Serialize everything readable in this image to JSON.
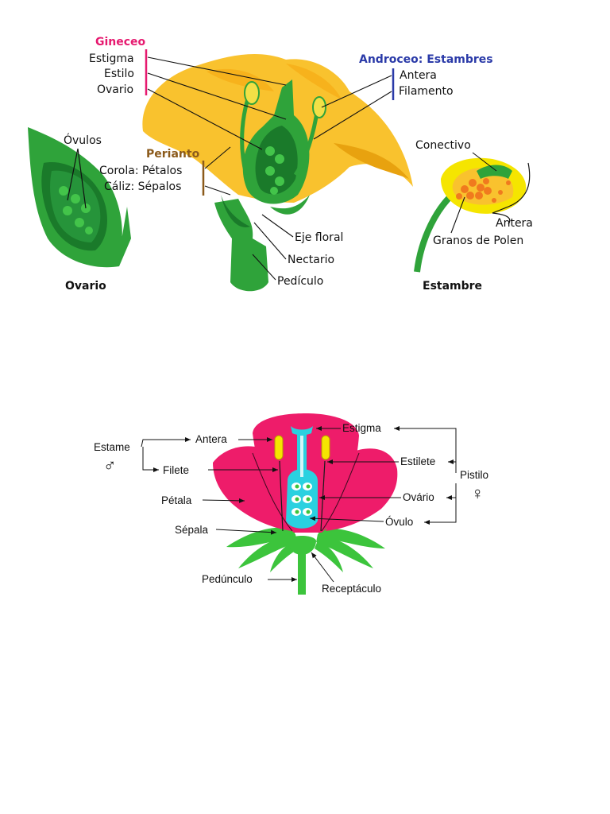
{
  "diagram1": {
    "gineceo": {
      "title": "Gineceo",
      "color": "#e6196f",
      "items": [
        "Estigma",
        "Estilo",
        "Ovario"
      ]
    },
    "androceo": {
      "title": "Androceo: Estambres",
      "color": "#2a3aa8",
      "items": [
        "Antera",
        "Filamento"
      ]
    },
    "perianto": {
      "title": "Perianto",
      "color": "#8b5a1b",
      "items": [
        "Corola: Pétalos",
        "Cáliz: Sépalos"
      ]
    },
    "ovario_panel": {
      "label_ovulos": "Óvulos",
      "caption": "Ovario"
    },
    "flower_labels": {
      "eje_floral": "Eje floral",
      "nectario": "Nectario",
      "pediculo": "Pedículo"
    },
    "estambre_panel": {
      "conectivo": "Conectivo",
      "antera": "Antera",
      "granos": "Granos de Polen",
      "caption": "Estambre"
    }
  },
  "diagram2": {
    "left_labels": {
      "estame": "Estame",
      "male_symbol": "♂",
      "antera": "Antera",
      "filete": "Filete",
      "petala": "Pétala",
      "sepala": "Sépala",
      "pedunculo": "Pedúnculo"
    },
    "right_labels": {
      "estigma": "Estigma",
      "estilete": "Estilete",
      "ovario": "Ovário",
      "ovulo": "Óvulo",
      "pistilo": "Pistilo",
      "female_symbol": "♀"
    },
    "bottom_label": {
      "receptaculo": "Receptáculo"
    }
  },
  "colors": {
    "petal_yellow": "#f9c22e",
    "green": "#2fa33a",
    "dark_green": "#1a7a2a",
    "magenta": "#ee1c6a",
    "cyan": "#2ad1e0",
    "leaf_green": "#3cc43c"
  }
}
